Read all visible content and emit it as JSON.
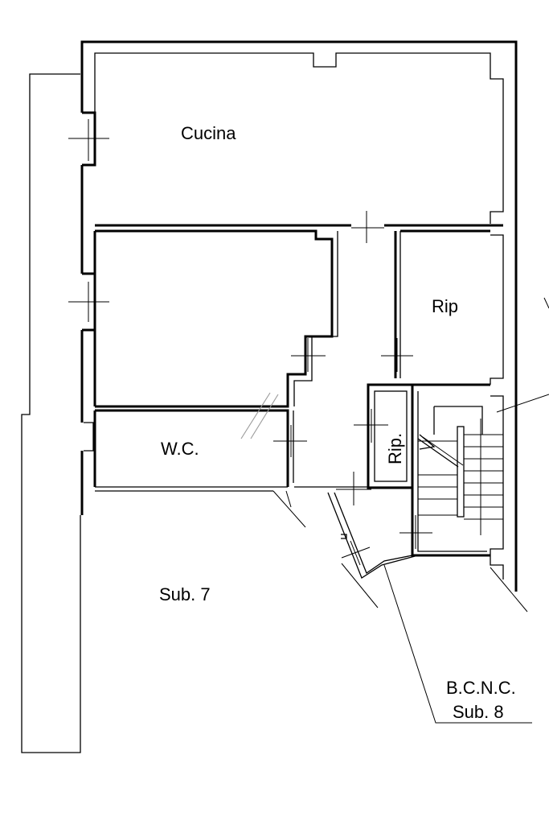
{
  "rooms": {
    "cucina": "Cucina",
    "rip_main": "Rip",
    "rip_small": "Rip.",
    "wc": "W.C.",
    "sub7": "Sub. 7",
    "bcnc_line1": "B.C.N.C.",
    "bcnc_line2": "Sub. 8"
  },
  "colors": {
    "line": "#000000",
    "background": "#ffffff",
    "watermark": "#9a9a9a"
  }
}
